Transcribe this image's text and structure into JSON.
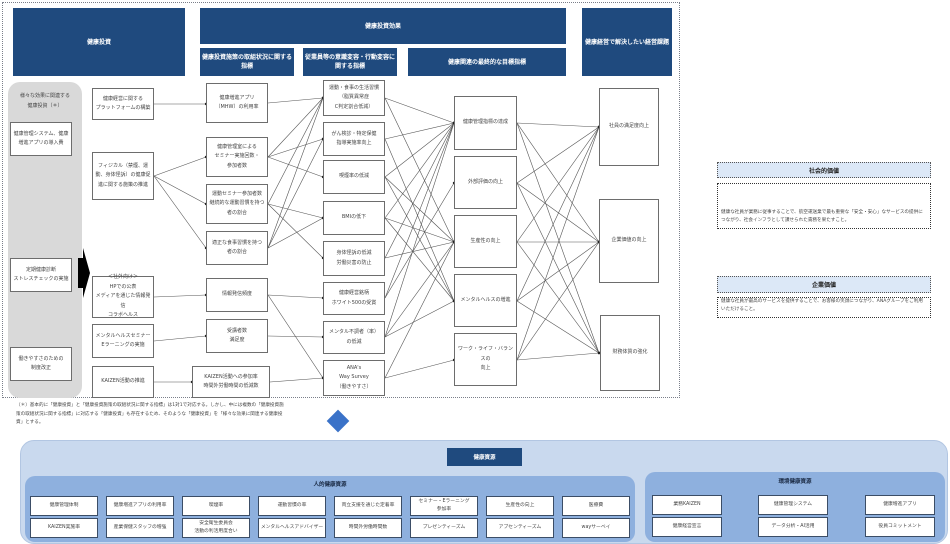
{
  "headers": {
    "investment": "健康投資",
    "effect": "健康投資効果",
    "effect_sub1": "健康投資施策の取組状況に関する指標",
    "effect_sub2": "従業員等の意識変容・行動変容に関する指標",
    "effect_sub3": "健康関連の最終的な目標指標",
    "issues": "健康経営で解決したい経営課題"
  },
  "investment_col": {
    "group_label": "様々な効果に関連する\n健康投資（＊）",
    "items": [
      "健康管理システム、健康増進アプリの導入費",
      "定期健康診断\nストレスチェックの実施",
      "働きやすさのための\n制度改正"
    ]
  },
  "initiatives": [
    "健康経営に関する\nプラットフォームの構築",
    "フィジカル（禁煙、運動、身体怪訴）の健康促進に関する施策の推進",
    "＜社外向け＞\nHPでの公表\nメディアを通じた情報発信\nコラボヘルス",
    "メンタルヘルスセミナー\nEラーニングの実施",
    "KAIZEN活動の推進"
  ],
  "indicators_status": [
    "健康増進アプリ\n（MHW）の利用率",
    "健康管理室による\nセミナー実施回数・\n参加者数",
    "運動セミナー参加者数\n継続的な運動習慣を持つ者の割合",
    "適正な食事習慣を持つ\n者の割合",
    "情報発信頻度",
    "受講者数\n満足度",
    "KAIZEN活動への参加率\n時間外労働時間の低減数"
  ],
  "indicators_behavior": [
    "運動・食事の生活習慣\n（脂質異常症\nC判定割合低減）",
    "がん検診・特定保健\n指導実施率向上",
    "喫煙率の低減",
    "BMIの低下",
    "身体怪訴の低減\n労働災害の防止",
    "健康経営銘柄\nホワイト500の受賞",
    "メンタル不調者（率）\nの低減",
    "ANA's\nWay Survey\n（働きやすさ）"
  ],
  "final_goals": [
    "健康管理指標の達成",
    "外部評価の向上",
    "生産性の向上",
    "メンタルヘルスの増進",
    "ワーク・ライフ・バランスの\n向上"
  ],
  "issues": [
    "社員の満足度向上",
    "企業価値の向上",
    "財務体質の強化"
  ],
  "values": {
    "social_title": "社会的価値",
    "social_body": "健康な社員が業務に従事することで、航空運送業で最も重要な「安全・安心」なサービスの提供につながり、社会インフラとして課せられた責務を果たすこと。",
    "corporate_title": "企業価値",
    "corporate_body": "健康な社員が最高のサービスを提供することで、お客様の笑顔につながり、ANAグループをご利用いただけること。"
  },
  "footnote": "（＊）基本的に「健康投資」と「健康投資施策の取組状況に関する指標」は1対1で対応する。しかし、中には複数の「健康投資施策の取組状況に関する指標」に対応する「健康投資」も存在するため、そのような「健康投資」を「様々な効果に関連する健康投資」とする。",
  "resources": {
    "title": "健康資源",
    "human": {
      "title": "人的健康資源",
      "items": [
        "健康管理体制",
        "健康増進アプリの利用率",
        "喫煙率",
        "運動習慣の率",
        "両立支援を通じた定着率",
        "セミナー・Eラーニング\n参加率",
        "生産性の向上",
        "医療費",
        "KAIZEN実施率",
        "産業保健スタッフの増強",
        "安全衛生委員会\n活動の利活用度合い",
        "メンタルヘルスアドバイザー",
        "時間外労働時間数",
        "プレゼンティーズム",
        "アブセンティーズム",
        "wayサーベイ"
      ]
    },
    "environment": {
      "title": "環境健康資源",
      "items": [
        "業務KAIZEN",
        "健康管理システム",
        "健康増進アプリ",
        "健康経営宣言",
        "データ分析・AI活用",
        "役員コミットメント"
      ]
    }
  }
}
